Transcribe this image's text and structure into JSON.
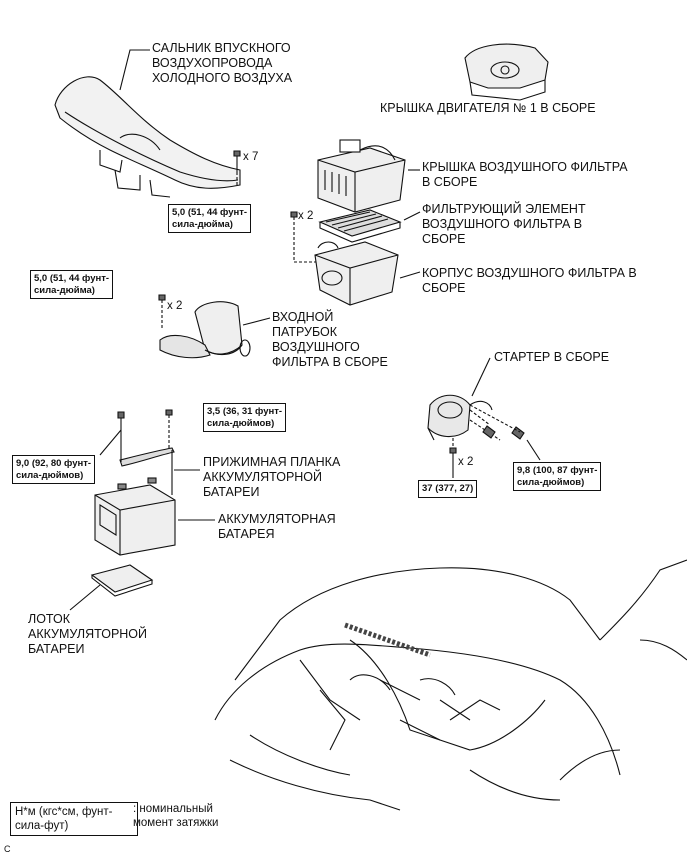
{
  "labels": {
    "cold_air_seal": "САЛЬНИК ВПУСКНОГО\nВОЗДУХОПРОВОДА\nХОЛОДНОГО ВОЗДУХА",
    "engine_cover": "КРЫШКА ДВИГАТЕЛЯ № 1 В СБОРЕ",
    "air_cleaner_cap": "КРЫШКА ВОЗДУШНОГО ФИЛЬТРА\nВ СБОРЕ",
    "filter_element": "ФИЛЬТРУЮЩИЙ ЭЛЕМЕНТ\nВОЗДУШНОГО ФИЛЬТРА В\nСБОРЕ",
    "air_cleaner_case": "КОРПУС ВОЗДУШНОГО ФИЛЬТРА В\nСБОРЕ",
    "inlet": "ВХОДНОЙ\nПАТРУБОК\nВОЗДУШНОГО\nФИЛЬТРА В СБОРЕ",
    "starter": "СТАРТЕР В СБОРЕ",
    "battery_clamp": "ПРИЖИМНАЯ ПЛАНКА\nАККУМУЛЯТОРНОЙ\nБАТАРЕИ",
    "battery": "АККУМУЛЯТОРНАЯ\nБАТАРЕЯ",
    "battery_tray": "ЛОТОК\nАККУМУЛЯТОРНОЙ\nБАТАРЕИ"
  },
  "torques": {
    "t1": "5,0 (51, 44 фунт-\nсила-дюйма)",
    "t2": "5,0 (51, 44 фунт-\nсила-дюйма)",
    "t3": "3,5 (36, 31 фунт-\nсила-дюймов)",
    "t4": "9,0 (92, 80 фунт-\nсила-дюймов)",
    "t5": "37 (377, 27)",
    "t6": "9,8 (100, 87 фунт-\nсила-дюймов)"
  },
  "quantities": {
    "q1": "x 7",
    "q2": "x 2",
    "q3": "x 2",
    "q4": "x 2"
  },
  "legend": {
    "box": "Н*м (кгс*см, фунт-\nсила-фут)",
    "text": ": номинальный\nмомент затяжки"
  },
  "corner_mark": "C"
}
